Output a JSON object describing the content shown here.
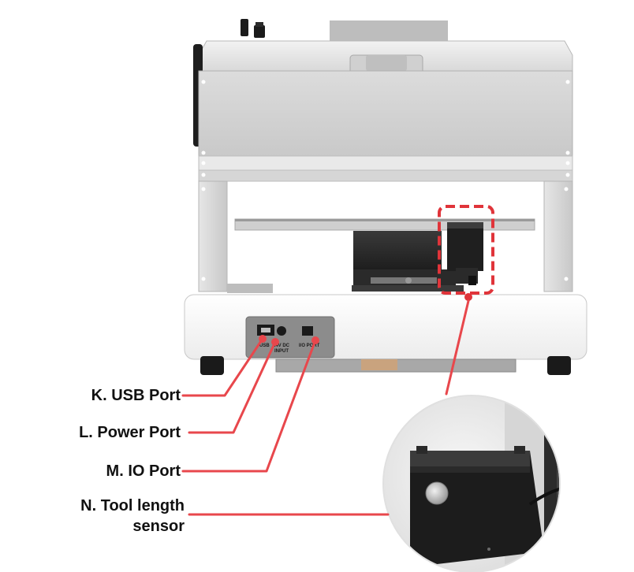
{
  "labels": {
    "usb_port": "K. USB Port",
    "power_port": "L. Power Port",
    "io_port": "M. IO Port",
    "tool_length_sensor_line1": "N. Tool length",
    "tool_length_sensor_line2": "sensor"
  },
  "port_panel": {
    "usb": "USB",
    "power_line1": "24V DC",
    "power_line2": "INPUT",
    "io": "I/O PORT"
  },
  "colors": {
    "callout_line": "#e8474c",
    "highlight_box": "#e0343a",
    "label_text": "#111111"
  }
}
